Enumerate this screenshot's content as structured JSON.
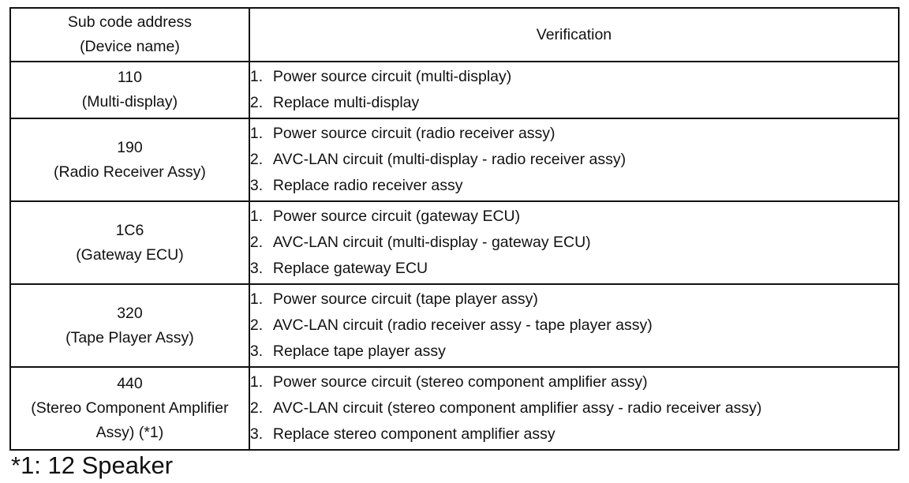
{
  "header": {
    "col1_line1": "Sub code address",
    "col1_line2": "(Device name)",
    "col2": "Verification"
  },
  "rows": [
    {
      "address": "110",
      "device_lines": [
        "(Multi-display)"
      ],
      "steps": [
        {
          "num": "1.",
          "text": "Power source circuit (multi-display)"
        },
        {
          "num": "2.",
          "text": "Replace multi-display"
        }
      ]
    },
    {
      "address": "190",
      "device_lines": [
        "(Radio Receiver Assy)"
      ],
      "steps": [
        {
          "num": "1.",
          "text": "Power source circuit (radio receiver assy)"
        },
        {
          "num": "2.",
          "text": "AVC-LAN circuit (multi-display - radio receiver assy)"
        },
        {
          "num": "3.",
          "text": "Replace radio receiver assy"
        }
      ]
    },
    {
      "address": "1C6",
      "device_lines": [
        "(Gateway ECU)"
      ],
      "steps": [
        {
          "num": "1.",
          "text": "Power source circuit (gateway ECU)"
        },
        {
          "num": "2.",
          "text": "AVC-LAN circuit (multi-display - gateway ECU)"
        },
        {
          "num": "3.",
          "text": "Replace gateway ECU"
        }
      ]
    },
    {
      "address": "320",
      "device_lines": [
        "(Tape Player Assy)"
      ],
      "steps": [
        {
          "num": "1.",
          "text": "Power source circuit (tape player assy)"
        },
        {
          "num": "2.",
          "text": "AVC-LAN circuit (radio receiver assy - tape player assy)"
        },
        {
          "num": "3.",
          "text": "Replace tape player assy"
        }
      ]
    },
    {
      "address": "440",
      "device_lines": [
        "(Stereo Component Amplifier",
        "Assy) (*1)"
      ],
      "steps": [
        {
          "num": "1.",
          "text": "Power source circuit (stereo component amplifier assy)"
        },
        {
          "num": "2.",
          "text": "AVC-LAN circuit (stereo component amplifier assy - radio receiver assy)"
        },
        {
          "num": "3.",
          "text": "Replace stereo component amplifier assy"
        }
      ]
    }
  ],
  "footnote": "*1: 12 Speaker"
}
